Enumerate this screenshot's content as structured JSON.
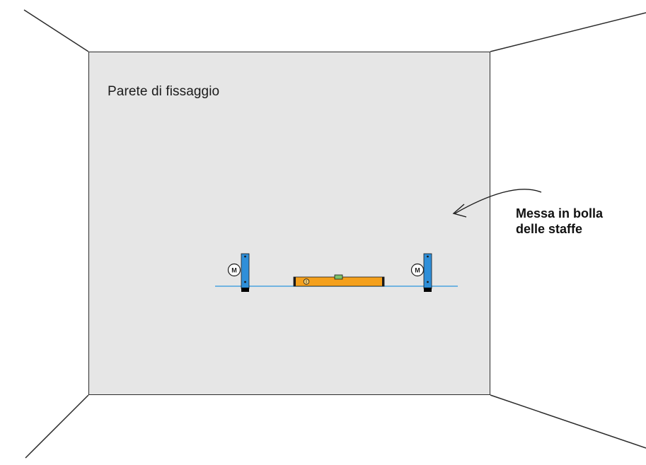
{
  "wall": {
    "label": "Parete di fissaggio"
  },
  "callout": {
    "line1": "Messa in bolla",
    "line2": "delle staffe"
  },
  "bracket_marker": "M",
  "icons": [
    "curved-arrow-icon",
    "spirit-level-icon",
    "bracket-icon"
  ],
  "colors": {
    "wall_fill": "#e6e6e6",
    "bracket_blue": "#2f8fd9",
    "level_orange": "#f4a01c",
    "level_line": "#4aa3df",
    "bubble_green": "#7cc36b"
  }
}
